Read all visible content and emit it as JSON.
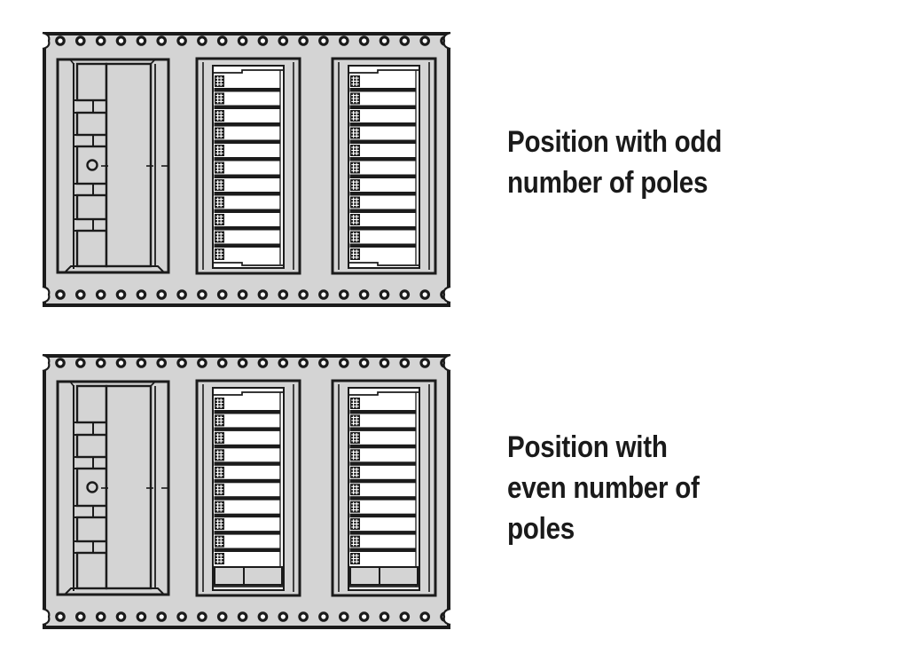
{
  "colors": {
    "page_bg": "#ffffff",
    "tape": "#d4d4d4",
    "line": "#1b1b1b",
    "white": "#ffffff",
    "text": "#1a1a1a"
  },
  "figures": [
    {
      "id": "odd",
      "caption": [
        "Position with odd",
        "number of poles"
      ],
      "poles": 11,
      "sprocket_holes_per_row": 20,
      "has_end_gap": false
    },
    {
      "id": "even",
      "caption": [
        "Position with",
        "even number of",
        "poles"
      ],
      "poles": 10,
      "sprocket_holes_per_row": 20,
      "has_end_gap": true
    }
  ]
}
